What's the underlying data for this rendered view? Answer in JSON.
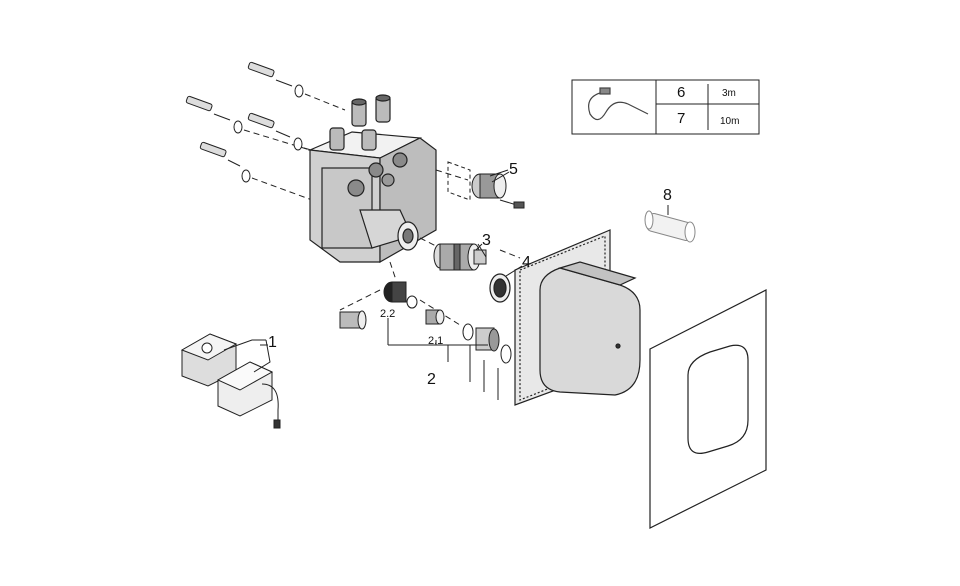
{
  "callouts": {
    "c1": "1",
    "c2": "2",
    "c2_1": "2.1",
    "c2_2": "2.2",
    "c3": "3",
    "c4": "4",
    "c5": "5",
    "c8": "8"
  },
  "cable_table": {
    "rows": [
      {
        "part": "6",
        "length": "3m"
      },
      {
        "part": "7",
        "length": "10m"
      }
    ]
  }
}
